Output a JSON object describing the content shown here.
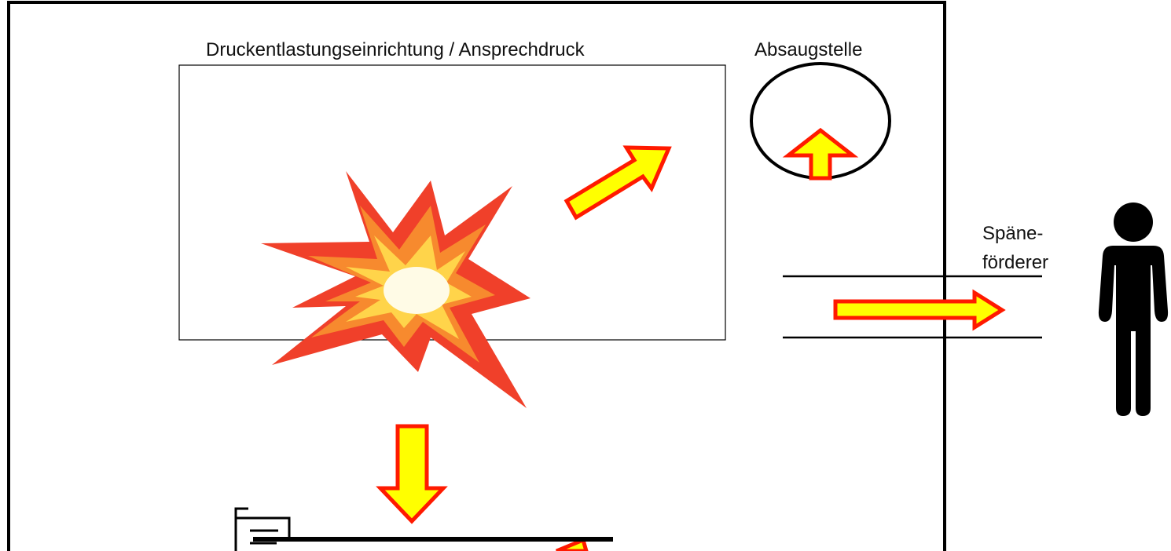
{
  "labels": {
    "relief": "Druckentlastungseinrichtung / Ansprechdruck",
    "extraction": "Absaugstelle",
    "conveyor_line1": "Späne-",
    "conveyor_line2": "förderer"
  },
  "icons": {
    "explosion": "explosion-icon",
    "person": "person-icon",
    "arrow": "arrow-icon"
  },
  "colors": {
    "arrow_fill": "#ffff00",
    "arrow_stroke": "#ff1a00",
    "burst_outer": "#f0402a",
    "burst_mid": "#f78a2e",
    "burst_inner": "#ffd44a",
    "burst_core": "#fffbe6",
    "ink": "#000000"
  }
}
